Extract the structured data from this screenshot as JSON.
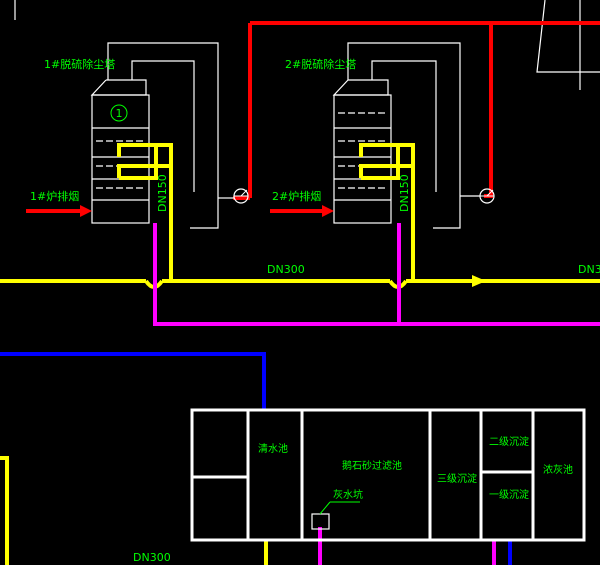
{
  "labels": {
    "tower1_title": "1#脱硫除尘塔",
    "tower2_title": "2#脱硫除尘塔",
    "tower1_number": "1",
    "tower1_inlet": "1#炉排烟",
    "tower2_inlet": "2#炉排烟",
    "riser1_size": "DN150",
    "riser2_size": "DN150",
    "main_pipe_size": "DN300",
    "main_pipe_size_right": "DN3",
    "bottom_pipe_size": "DN300",
    "clear_water_tank": "清水池",
    "gravel_filter_tank": "鹅石砂过滤池",
    "ash_pit": "灰水坑",
    "settling_3": "三级沉淀",
    "settling_2": "二级沉淀",
    "settling_1": "一级沉淀",
    "thick_ash_tank": "浓灰池"
  },
  "colors": {
    "background": "#000000",
    "flue_gas": "#ff0000",
    "water_supply": "#ffff00",
    "return_water": "#ff00ff",
    "clear_water": "#0000ff",
    "outline": "#ffffff",
    "text": "#00ff00"
  },
  "icons": [
    "fan-icon",
    "flow-arrow-icon"
  ]
}
